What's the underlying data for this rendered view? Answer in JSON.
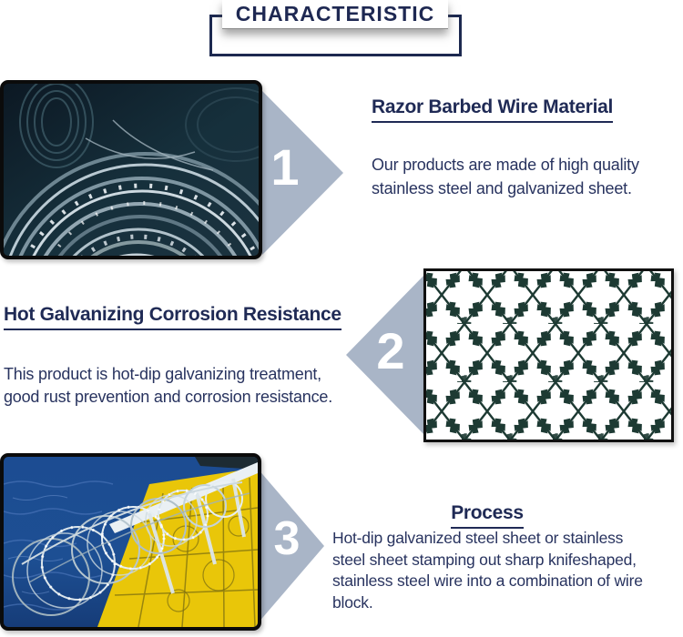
{
  "title": {
    "text": "CHARACTERISTIC"
  },
  "colors": {
    "navy_text": "#232d5c",
    "arrow_fill": "#a9b5c7",
    "number_color": "#ffffff",
    "photo_border": "#0b0b0b",
    "mesh_green": "#1d3a33",
    "sea_blue": "#1c4c92",
    "deck_yellow": "#e9c609"
  },
  "sections": [
    {
      "number": "1",
      "arrow_direction": "right",
      "heading": "Razor Barbed Wire Material",
      "body_lines": [
        "Our products are made of high quality",
        "stainless steel and galvanized sheet."
      ],
      "image": {
        "name": "razor-wire-coils-photo",
        "description": "coils of galvanized razor barbed wire on dark background"
      }
    },
    {
      "number": "2",
      "arrow_direction": "left",
      "heading": "Hot Galvanizing Corrosion Resistance",
      "body_lines": [
        "This product is hot-dip galvanizing treatment,",
        "good rust prevention and corrosion resistance."
      ],
      "image": {
        "name": "welded-razor-mesh-photo",
        "description": "dark green welded razor mesh diamond panel on white"
      }
    },
    {
      "number": "3",
      "arrow_direction": "right",
      "heading": "Process",
      "body_lines": [
        "Hot-dip galvanized steel sheet or stainless",
        "steel sheet stamping out sharp knifeshaped,",
        "stainless steel wire into a combination of wire",
        "block."
      ],
      "image": {
        "name": "razor-wire-fence-sea-photo",
        "description": "concertina razor wire on white ship railing, blue sea left, yellow deck right"
      }
    }
  ]
}
